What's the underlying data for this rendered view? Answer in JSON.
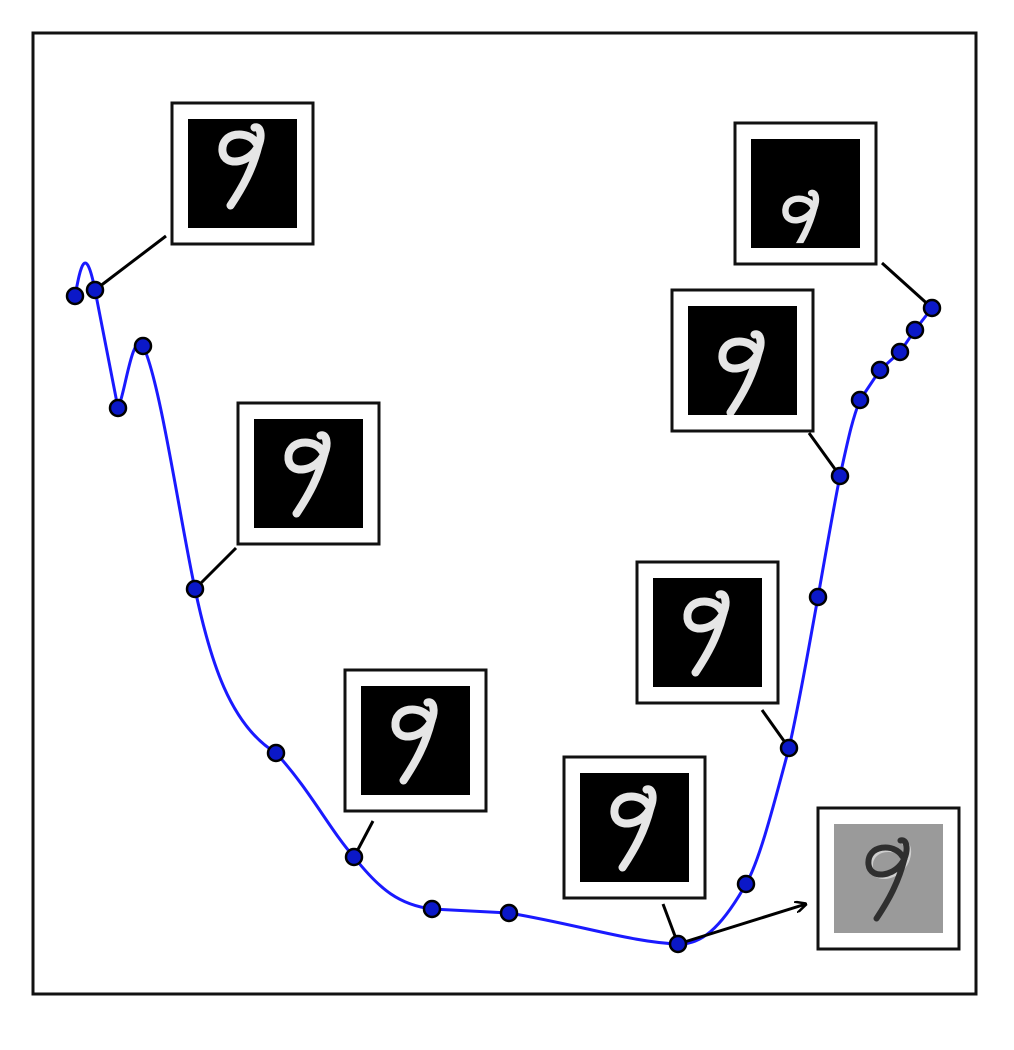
{
  "colors": {
    "background": "#ffffff",
    "frame": "#111111",
    "path": "#1a1aff",
    "point_fill": "#0b18c8",
    "point_stroke": "#000000",
    "connector": "#000000",
    "thumb_background": "#000000",
    "thumb_background_faded": "#9a9a9a",
    "digit": "#e6e6e6",
    "digit_faded": "#2f2f2f"
  },
  "digit_label": "9",
  "thumbnails": [
    {
      "name": "thumb-start",
      "style": "dark"
    },
    {
      "name": "thumb-upper-left",
      "style": "dark"
    },
    {
      "name": "thumb-bottom-middle",
      "style": "dark"
    },
    {
      "name": "thumb-minimum",
      "style": "dark"
    },
    {
      "name": "thumb-right-middle",
      "style": "dark"
    },
    {
      "name": "thumb-right-upper",
      "style": "dark"
    },
    {
      "name": "thumb-end",
      "style": "dark"
    },
    {
      "name": "thumb-projection",
      "style": "faded"
    }
  ],
  "path_points_count": 19,
  "icons": {
    "arrow": "arrow-right-icon"
  }
}
